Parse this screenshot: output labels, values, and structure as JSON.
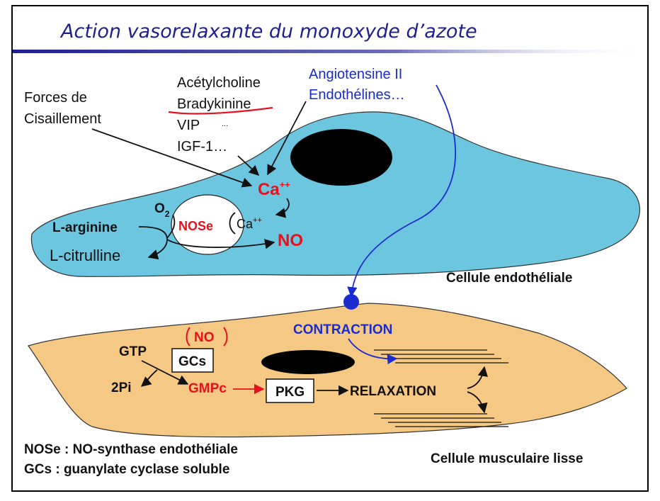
{
  "title": "Action vasorelaxante du monoxyde d’azote",
  "agonists": [
    "Acétylcholine",
    "Bradykinine",
    "VIP",
    "IGF-1…"
  ],
  "agonists_ellipsis": "...",
  "forces": [
    "Forces de",
    "Cisaillement"
  ],
  "antagonists": [
    "Angiotensine II",
    "Endothélines…"
  ],
  "endothelial": {
    "ca_main": "Ca",
    "ca_main_sup": "++",
    "o2": "O",
    "o2_sub": "2",
    "l_arginine": "L-arginine",
    "nose": "NOSe",
    "ca_small": "Ca",
    "ca_small_sup": "++",
    "no": "NO",
    "l_citrulline": "L-citrulline",
    "cell_label": "Cellule endothéliale"
  },
  "smooth_muscle": {
    "no": "NO",
    "gtp": "GTP",
    "gcs": "GCs",
    "two_pi": "2Pi",
    "gmpc": "GMPc",
    "pkg": "PKG",
    "relaxation": "RELAXATION",
    "contraction": "CONTRACTION",
    "cell_label": "Cellule musculaire lisse"
  },
  "legend": [
    "NOSe : NO-synthase endothéliale",
    "GCs : guanylate cyclase soluble"
  ],
  "colors": {
    "title": "#1f1f8f",
    "endothelial_fill": "#6cc6e0",
    "muscle_fill": "#f5c983",
    "red": "#e8101c",
    "blue": "#1a2bd0",
    "frame": "#000000"
  }
}
